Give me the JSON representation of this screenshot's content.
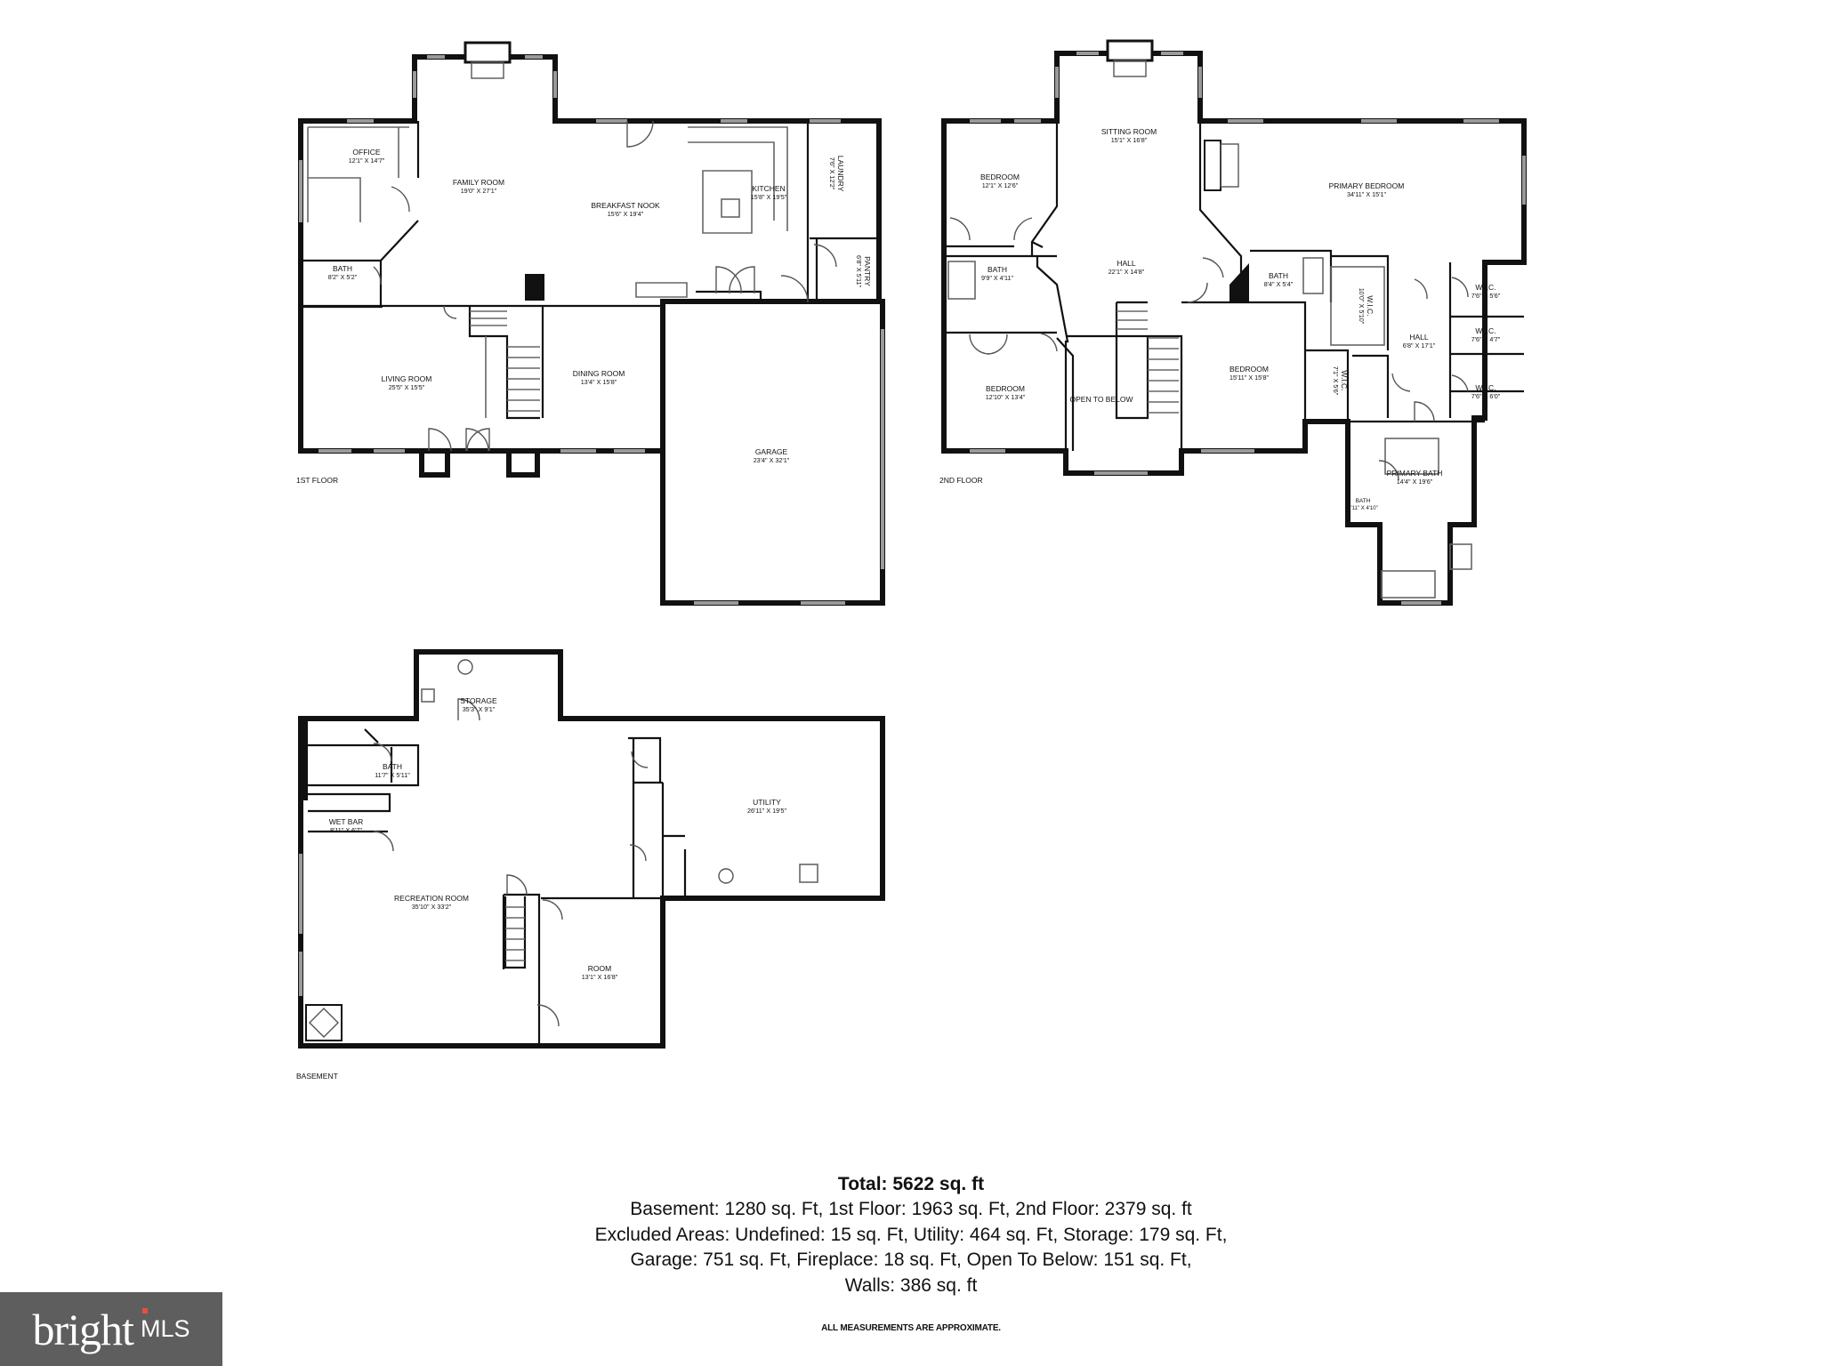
{
  "floors": {
    "first": "1ST FLOOR",
    "second": "2ND FLOOR",
    "basement": "BASEMENT"
  },
  "rooms": {
    "office": {
      "name": "OFFICE",
      "dim": "12'1\" X 14'7\""
    },
    "family_room": {
      "name": "FAMILY ROOM",
      "dim": "19'0\" X 27'1\""
    },
    "breakfast_nook": {
      "name": "BREAKFAST NOOK",
      "dim": "15'6\" X 19'4\""
    },
    "kitchen": {
      "name": "KITCHEN",
      "dim": "15'8\" X 19'5\""
    },
    "laundry": {
      "name": "LAUNDRY",
      "dim": "7'6\" X 12'2\""
    },
    "pantry": {
      "name": "PANTRY",
      "dim": "6'8\" X 5'11\""
    },
    "bath_1": {
      "name": "BATH",
      "dim": "8'2\" X 5'2\""
    },
    "living_room": {
      "name": "LIVING ROOM",
      "dim": "25'5\" X 15'5\""
    },
    "dining_room": {
      "name": "DINING ROOM",
      "dim": "13'4\" X 15'8\""
    },
    "garage": {
      "name": "GARAGE",
      "dim": "23'4\" X 32'1\""
    },
    "bedroom_a": {
      "name": "BEDROOM",
      "dim": "12'1\" X 12'6\""
    },
    "sitting_room": {
      "name": "SITTING ROOM",
      "dim": "15'1\" X 16'8\""
    },
    "primary_bedroom": {
      "name": "PRIMARY BEDROOM",
      "dim": "34'11\" X 15'1\""
    },
    "bath_2a": {
      "name": "BATH",
      "dim": "9'9\" X 4'11\""
    },
    "hall_2": {
      "name": "HALL",
      "dim": "22'1\" X 14'8\""
    },
    "bath_2b": {
      "name": "BATH",
      "dim": "8'4\" X 5'4\""
    },
    "wic_a": {
      "name": "W.I.C.",
      "dim": "10'0\" X 5'10\""
    },
    "hall_3": {
      "name": "HALL",
      "dim": "6'8\" X 17'1\""
    },
    "wic_b": {
      "name": "W.I.C.",
      "dim": "7'6\" X 5'6\""
    },
    "wic_c": {
      "name": "W.I.C.",
      "dim": "7'6\" X 4'7\""
    },
    "wic_d": {
      "name": "W.I.C.",
      "dim": "7'6\" X 6'0\""
    },
    "bedroom_b": {
      "name": "BEDROOM",
      "dim": "12'10\" X 13'4\""
    },
    "open_to_below": {
      "name": "OPEN TO BELOW"
    },
    "bedroom_c": {
      "name": "BEDROOM",
      "dim": "15'11\" X 15'8\""
    },
    "wic_e": {
      "name": "W.I.C.",
      "dim": "7'1\" X 5'6\""
    },
    "primary_bath": {
      "name": "PRIMARY BATH",
      "dim": "14'4\" X 19'6\""
    },
    "bath_3": {
      "name": "BATH",
      "dim": "7'11\" X 4'10\""
    },
    "storage": {
      "name": "STORAGE",
      "dim": "35'3\" X 9'1\""
    },
    "bath_b": {
      "name": "BATH",
      "dim": "11'7\" X 5'11\""
    },
    "wet_bar": {
      "name": "WET BAR",
      "dim": "8'11\" X 6'7\""
    },
    "utility": {
      "name": "UTILITY",
      "dim": "26'11\" X 19'5\""
    },
    "recreation_room": {
      "name": "RECREATION ROOM",
      "dim": "35'10\" X 33'2\""
    },
    "room": {
      "name": "ROOM",
      "dim": "13'1\" X 16'8\""
    }
  },
  "totals": {
    "title": "Total: 5622 sq. ft",
    "lines": [
      "Basement: 1280 sq. Ft, 1st Floor: 1963 sq. Ft, 2nd Floor: 2379 sq. ft",
      "Excluded Areas: Undefined: 15 sq. Ft, Utility: 464 sq. Ft, Storage: 179 sq. Ft,",
      "Garage: 751 sq. Ft, Fireplace: 18 sq. Ft, Open To Below: 151 sq. Ft,",
      "Walls: 386 sq. ft"
    ]
  },
  "disclaimer": "ALL MEASUREMENTS ARE APPROXIMATE.",
  "logo": {
    "brand": "bright",
    "suffix": "MLS",
    "accent": "#e8503a"
  }
}
